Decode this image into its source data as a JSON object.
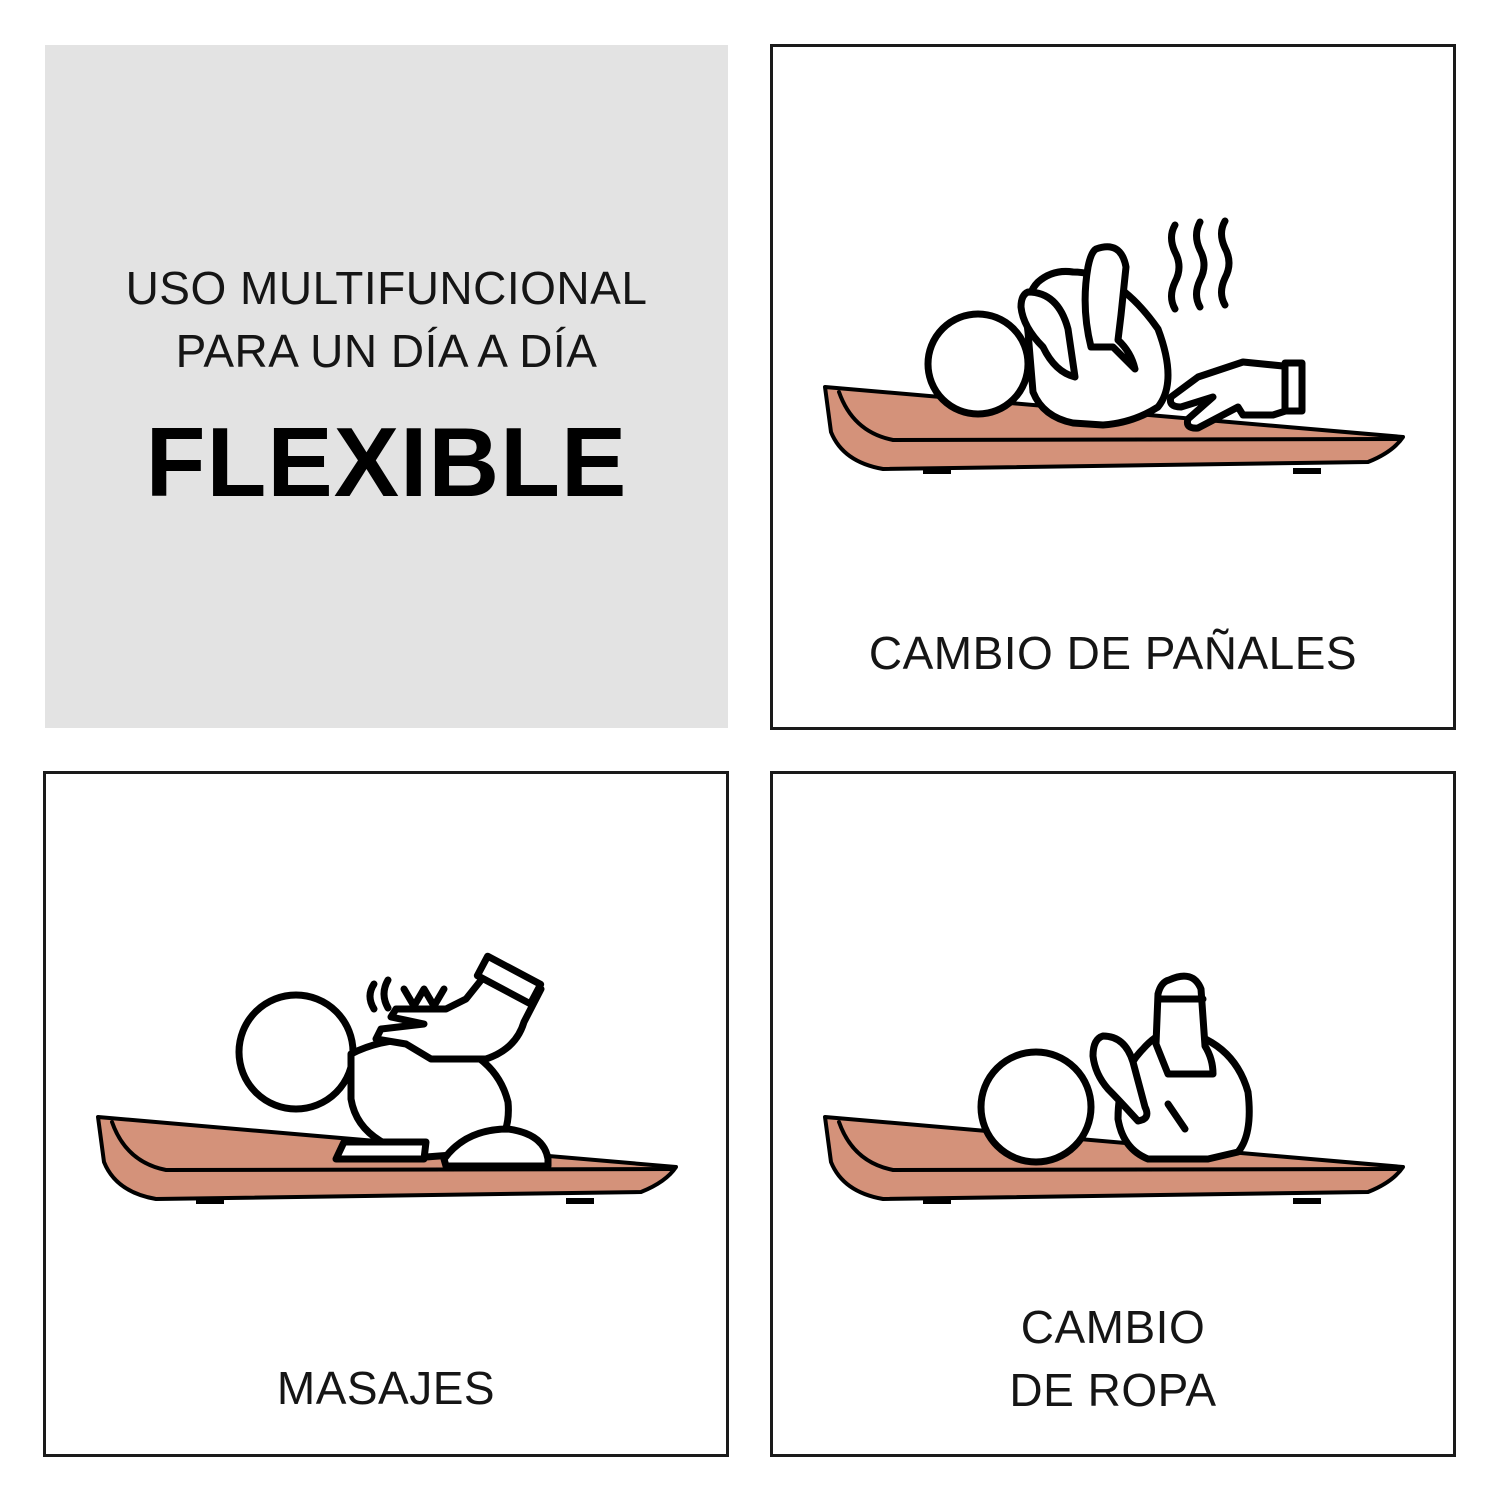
{
  "intro": {
    "line1": "USO MULTIFUNCIONAL",
    "line2": "PARA UN DÍA A DÍA",
    "headline": "FLEXIBLE"
  },
  "cards": {
    "diaper": {
      "label": "CAMBIO DE PAÑALES",
      "icon": "diaper-change-icon"
    },
    "massage": {
      "label": "MASAJES",
      "icon": "baby-massage-icon"
    },
    "clothes": {
      "label_line1": "CAMBIO",
      "label_line2": "DE ROPA",
      "icon": "clothes-change-icon"
    }
  },
  "colors": {
    "intro_background": "#e3e3e3",
    "pad_fill": "#d4927a",
    "ink": "#000000",
    "border": "#1a1a1a"
  }
}
